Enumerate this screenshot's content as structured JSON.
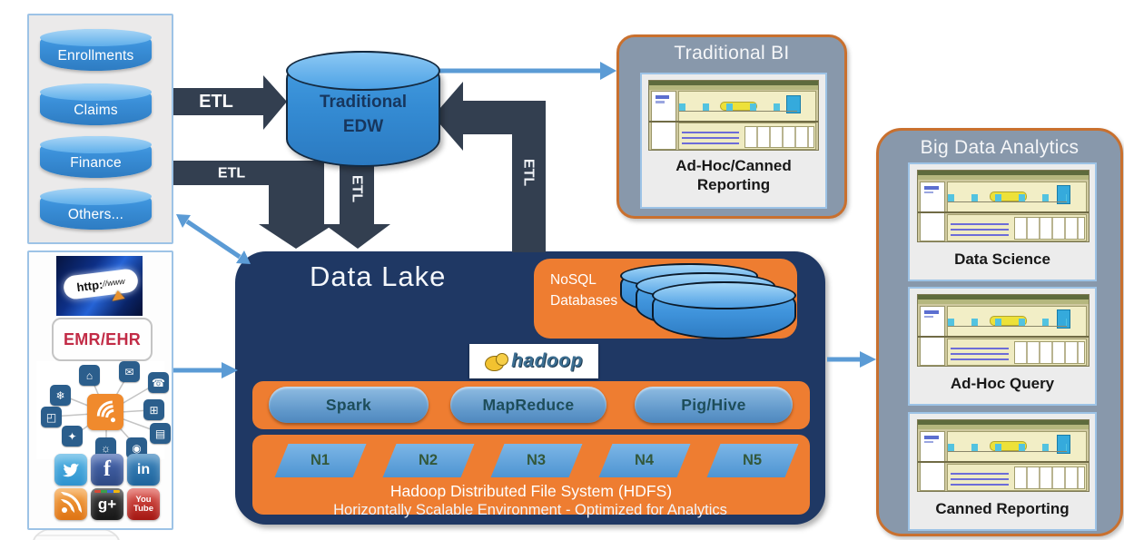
{
  "colors": {
    "orange": "#EE7D31",
    "orange_border": "#C9702E",
    "lake_navy": "#1F3864",
    "arrow_dark": "#333F50",
    "arrow_blue": "#5B9BD5",
    "slate_gray": "#8898AB",
    "panel_border": "#9DC3E6"
  },
  "sources_panel": {
    "items": [
      "Enrollments",
      "Claims",
      "Finance",
      "Others..."
    ]
  },
  "streams_panel": {
    "web_label_http": "http:",
    "web_label_www": "//www",
    "emr_label": "EMR/EHR",
    "iot_glyphs": [
      "⌂",
      "✉",
      "☎",
      "❄",
      "⊞",
      "◰",
      "▤",
      "✦",
      "☼",
      "◉"
    ],
    "facebook_glyph": "f",
    "linkedin_glyph": "in",
    "gplus_glyph": "g+",
    "youtube_line1": "You",
    "youtube_line2": "Tube"
  },
  "edw": {
    "line1": "Traditional",
    "line2": "EDW"
  },
  "etl": {
    "to_edw": "ETL",
    "sources_to_lake": "ETL",
    "edw_to_lake": "ETL",
    "lake_to_edw": "ETL"
  },
  "traditional_bi": {
    "title": "Traditional BI",
    "card_label_line1": "Ad-Hoc/Canned",
    "card_label_line2": "Reporting"
  },
  "big_data_analytics": {
    "title": "Big Data Analytics",
    "cards": [
      {
        "label": "Data Science"
      },
      {
        "label": "Ad-Hoc Query"
      },
      {
        "label": "Canned Reporting"
      }
    ]
  },
  "data_lake": {
    "title": "Data Lake",
    "nosql_line1": "NoSQL",
    "nosql_line2": "Databases",
    "hadoop_logo_text": "hadoop",
    "tools": [
      "Spark",
      "MapReduce",
      "Pig/Hive"
    ],
    "nodes": [
      "N1",
      "N2",
      "N3",
      "N4",
      "N5"
    ],
    "hdfs_label": "Hadoop Distributed File System (HDFS)",
    "footer": "Horizontally Scalable Environment  - Optimized for Analytics"
  }
}
